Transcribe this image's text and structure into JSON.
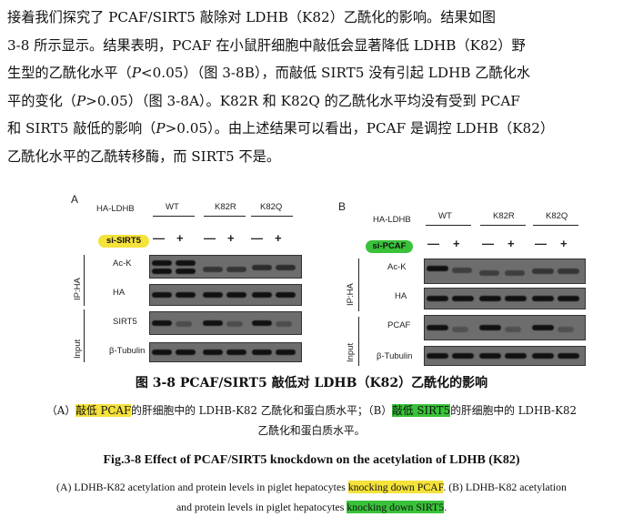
{
  "paragraph": {
    "l1": "接着我们探究了 PCAF/SIRT5 敲除对 LDHB（K82）乙酰化的影响。结果如图",
    "l2": "3-8 所示显示。结果表明，PCAF 在小鼠肝细胞中敲低会显著降低 LDHB（K82）野",
    "l3a": "生型的乙酰化水平（",
    "l3p": "P",
    "l3b": "<0.05）（图 3-8B），而敲低 SIRT5 没有引起 LDHB 乙酰化水",
    "l4a": "平的变化（",
    "l4p": "P",
    "l4b": ">0.05）（图 3-8A）。K82R 和 K82Q 的乙酰化水平均没有受到 PCAF",
    "l5a": "和 SIRT5 敲低的影响（",
    "l5p": "P",
    "l5b": ">0.05）。由上述结果可以看出，PCAF 是调控 LDHB（K82）",
    "l6": "乙酰化水平的乙酰转移酶，而 SIRT5 不是。"
  },
  "figure": {
    "panelA": {
      "label": "A",
      "construct": "HA-LDHB",
      "groups": [
        "WT",
        "K82R",
        "K82Q"
      ],
      "treatment": "si-SIRT5",
      "signs": [
        "—",
        "+",
        "—",
        "+",
        "—",
        "+"
      ],
      "ip_label": "IP:HA",
      "input_label": "Input",
      "rows": [
        "Ac-K",
        "HA",
        "SIRT5",
        "β-Tubulin"
      ],
      "pill_color": "#f5e23a"
    },
    "panelB": {
      "label": "B",
      "construct": "HA-LDHB",
      "groups": [
        "WT",
        "K82R",
        "K82Q"
      ],
      "treatment": "si-PCAF",
      "signs": [
        "—",
        "+",
        "—",
        "+",
        "—",
        "+"
      ],
      "ip_label": "IP:HA",
      "input_label": "Input",
      "rows": [
        "Ac-K",
        "HA",
        "PCAF",
        "β-Tubulin"
      ],
      "pill_color": "#39c23a"
    }
  },
  "caption_cn": {
    "title": "图 3-8 PCAF/SIRT5 敲低对 LDHB（K82）乙酰化的影响",
    "a_pre": "（A）",
    "a_hl": "敲低 PCAF",
    "a_post": "的肝细胞中的 LDHB-K82 乙酰化和蛋白质水平；（B）",
    "b_hl": "敲低 SIRT5",
    "b_post": "的肝细胞中的 LDHB-K82",
    "line2": "乙酰化和蛋白质水平。"
  },
  "caption_en": {
    "title": "Fig.3-8 Effect of PCAF/SIRT5 knockdown on the acetylation of LDHB (K82)",
    "l1_pre": "(A) LDHB-K82 acetylation and protein levels in piglet hepatocytes ",
    "l1_hl": "knocking down PCAF",
    "l1_post": ". (B) LDHB-K82 acetylation",
    "l2_pre": "and protein levels in piglet hepatocytes ",
    "l2_hl": "knocking down SIRT5",
    "l2_post": "."
  }
}
